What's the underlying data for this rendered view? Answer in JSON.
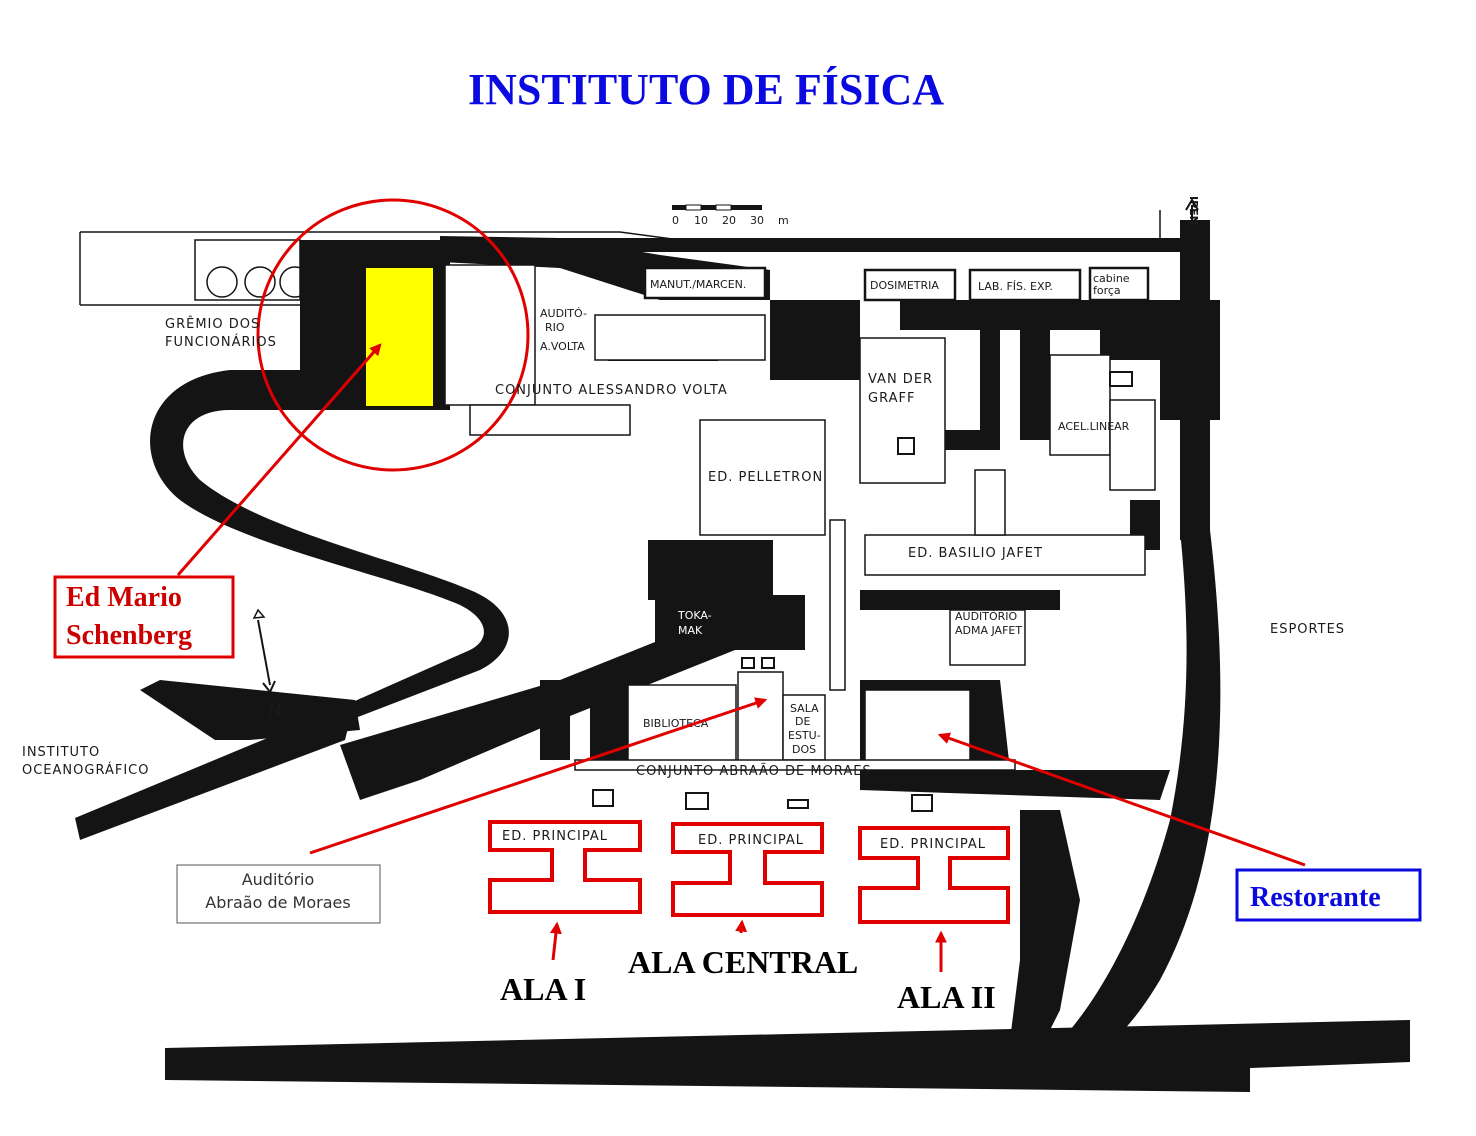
{
  "title": "INSTITUTO DE FÍSICA",
  "colors": {
    "title": "#0a0ae0",
    "highlight_red": "#e00000",
    "highlight_yellow": "#ffff00",
    "restaurant_blue": "#0a0ae0",
    "roads": "#141414"
  },
  "scale": {
    "ticks": [
      "0",
      "10",
      "20",
      "30",
      "m"
    ]
  },
  "compass": {
    "north_label": "N"
  },
  "ipen_label": "IPEN",
  "buildings": {
    "gremio_line1": "GRÊMIO DOS",
    "gremio_line2": "FUNCIONÁRIOS",
    "auditorio_volta_1": "AUDITÓ-",
    "auditorio_volta_2": "RIO",
    "auditorio_volta_3": "A.VOLTA",
    "manut": "MANUT./MARCEN.",
    "dosimetria": "DOSIMETRIA",
    "lab_fis_exp": "LAB. FÍS. EXP.",
    "cabine_1": "cabine",
    "cabine_2": "força",
    "conjunto_volta": "CONJUNTO ALESSANDRO VOLTA",
    "van_der_graff_1": "VAN DER",
    "van_der_graff_2": "GRAFF",
    "acel_linear": "ACEL.LINEAR",
    "pelletron": "ED. PELLETRON",
    "basilio_jafet": "ED. BASILIO JAFET",
    "tokamak_1": "TOKA-",
    "tokamak_2": "MAK",
    "auditorio_adma_1": "AUDITÓRIO",
    "auditorio_adma_2": "ADMA JAFET",
    "biblioteca": "BIBLIOTECA",
    "sala_1": "SALA",
    "sala_2": "DE",
    "sala_3": "ESTU-",
    "sala_4": "DOS",
    "conjunto_moraes": "CONJUNTO ABRAÃO DE MORAES",
    "esportes": "ESPORTES",
    "instituto_1": "INSTITUTO",
    "instituto_2": "OCEANOGRÁFICO",
    "ed_principal": "ED. PRINCIPAL"
  },
  "annotations": {
    "mario_line1": "Ed Mario",
    "mario_line2": "Schenberg",
    "restaurante": "Restorante",
    "auditorio_line1": "Auditório",
    "auditorio_line2": "Abraão de Moraes",
    "ala_1": "ALA I",
    "ala_central": "ALA CENTRAL",
    "ala_2": "ALA II"
  }
}
